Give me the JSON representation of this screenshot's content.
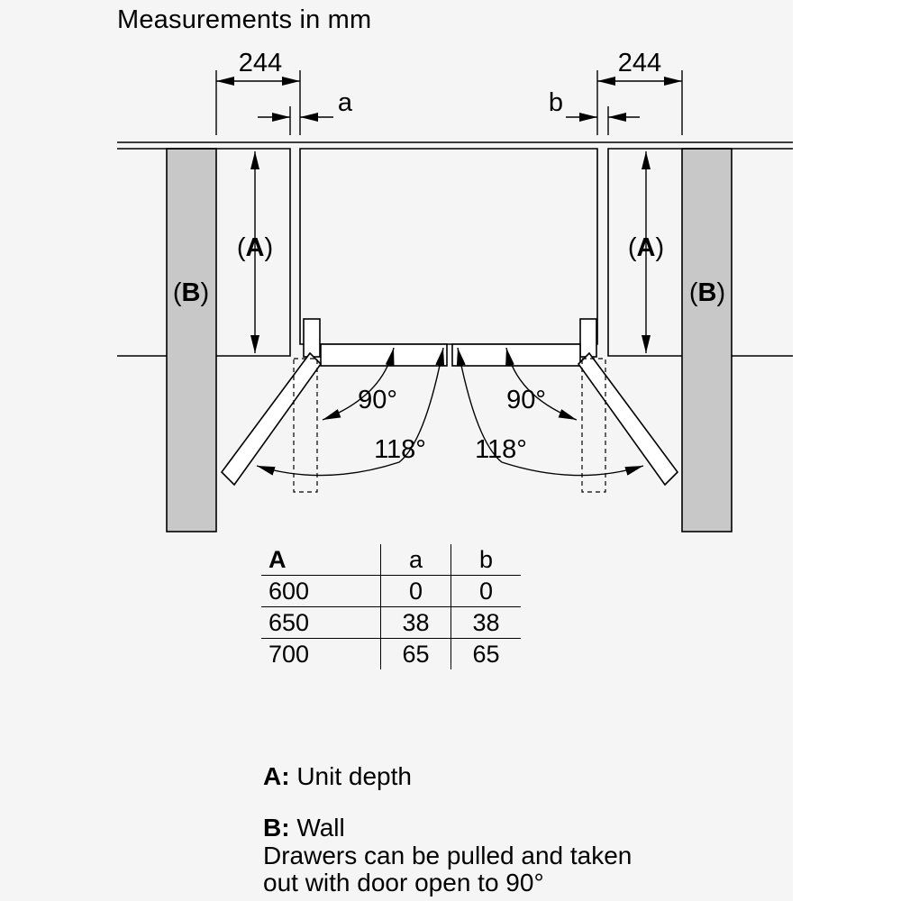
{
  "title": "Measurements in mm",
  "dimensions": {
    "left_clearance": "244",
    "right_clearance": "244",
    "left_offset": "a",
    "right_offset": "b"
  },
  "labels": {
    "unit_depth": "A",
    "wall": "B"
  },
  "angles": {
    "left_open": "90°",
    "left_max": "118°",
    "right_open": "90°",
    "right_max": "118°"
  },
  "table": {
    "headers": [
      "A",
      "a",
      "b"
    ],
    "rows": [
      [
        "600",
        "0",
        "0"
      ],
      [
        "650",
        "38",
        "38"
      ],
      [
        "700",
        "65",
        "65"
      ]
    ]
  },
  "legend": {
    "a_key": "A:",
    "a_text": "Unit depth",
    "b_key": "B:",
    "b_text": "Wall",
    "note_line1": "Drawers can be pulled and taken",
    "note_line2": "out with door open to 90°"
  },
  "colors": {
    "wall_fill": "#c8c8c8",
    "line": "#000000",
    "background": "#f5f5f5"
  }
}
